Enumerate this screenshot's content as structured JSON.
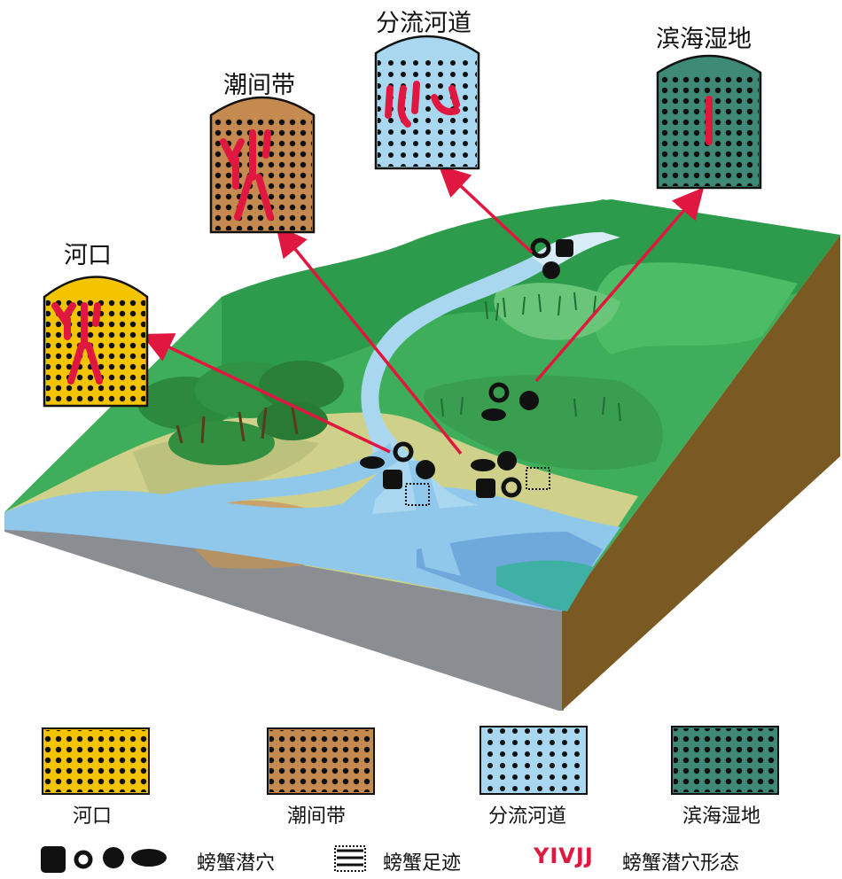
{
  "callouts": {
    "estuary": "河口",
    "intertidal": "潮间带",
    "distributary": "分流河道",
    "wetland": "滨海湿地"
  },
  "legend": {
    "facies": [
      {
        "label": "河口",
        "color": "#f4c400"
      },
      {
        "label": "潮间带",
        "color": "#c58a4f"
      },
      {
        "label": "分流河道",
        "color": "#a9d7f0"
      },
      {
        "label": "滨海湿地",
        "color": "#3e8a76"
      }
    ],
    "symbols": {
      "burrow": "螃蟹潜穴",
      "track": "螃蟹足迹",
      "burrow_form": "螃蟹潜穴形态",
      "burrow_form_sample": "YIVJJ"
    }
  },
  "colors": {
    "arrow": "#e0173e",
    "burrow_red": "#e0173e",
    "water": "#8fc8ea",
    "land_green": "#3fae5a",
    "block_side": "#8a8e93",
    "block_end": "#7a5a22"
  }
}
